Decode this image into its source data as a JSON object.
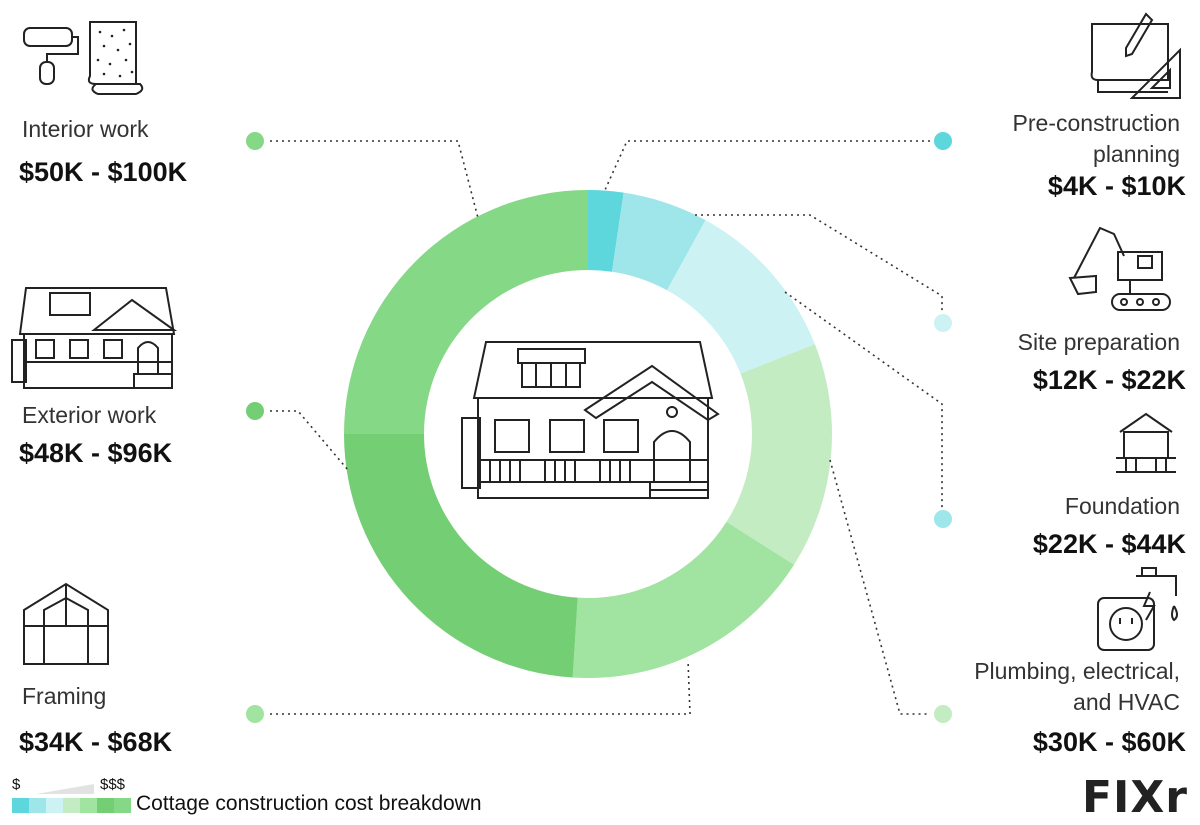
{
  "chart_data": {
    "type": "pie",
    "title": "Cottage construction cost breakdown",
    "categories": [
      "Pre-construction planning",
      "Site preparation",
      "Foundation",
      "Plumbing, electrical, and HVAC",
      "Framing",
      "Exterior work",
      "Interior work"
    ],
    "ranges": [
      "$4K - $10K",
      "$12K - $22K",
      "$22K - $44K",
      "$30K - $60K",
      "$34K - $68K",
      "$48K - $96K",
      "$50K - $100K"
    ],
    "values": [
      7,
      17,
      33,
      45,
      51,
      72,
      75
    ],
    "colors": [
      "#5dd6dc",
      "#9ee6e9",
      "#cdf2f3",
      "#c3ecc3",
      "#a1e3a1",
      "#74cf74",
      "#85d885"
    ]
  },
  "legend": {
    "low": "$",
    "high": "$$$",
    "swatches": [
      "#5dd6dc",
      "#9ee6e9",
      "#cdf2f3",
      "#c3ecc3",
      "#a1e3a1",
      "#74cf74",
      "#85d885"
    ]
  },
  "labels": {
    "interior": {
      "name": "Interior work",
      "cost": "$50K - $100K"
    },
    "exterior": {
      "name": "Exterior work",
      "cost": "$48K - $96K"
    },
    "framing": {
      "name": "Framing",
      "cost": "$34K - $68K"
    },
    "planning": {
      "name1": "Pre-construction",
      "name2": "planning",
      "cost": "$4K - $10K"
    },
    "site": {
      "name": "Site preparation",
      "cost": "$12K - $22K"
    },
    "foundation": {
      "name": "Foundation",
      "cost": "$22K - $44K"
    },
    "plumbing": {
      "name1": "Plumbing, electrical,",
      "name2": "and HVAC",
      "cost": "$30K - $60K"
    }
  },
  "brand": {
    "logo": "FIXr"
  },
  "icons": [
    "paint-roller-icon",
    "wallpaper-icon",
    "blueprint-icon",
    "excavator-icon",
    "foundation-icon",
    "outlet-faucet-icon",
    "house-icon",
    "framing-icon"
  ]
}
